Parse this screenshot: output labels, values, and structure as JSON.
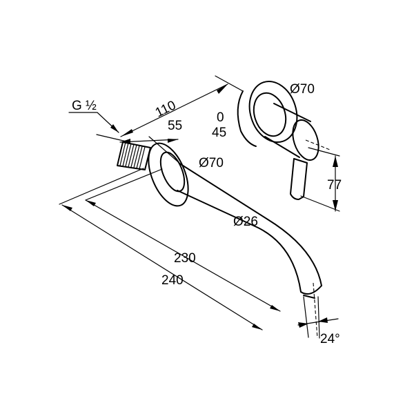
{
  "drawing": {
    "thread_label": "G ½",
    "dims": {
      "d110": "110",
      "d55": "55",
      "d0": "0",
      "d45": "45",
      "dia70_top": "Ø70",
      "dia70_rosette": "Ø70",
      "dia26": "Ø26",
      "d77": "77",
      "d230": "230",
      "d240": "240",
      "angle": "24°"
    }
  }
}
